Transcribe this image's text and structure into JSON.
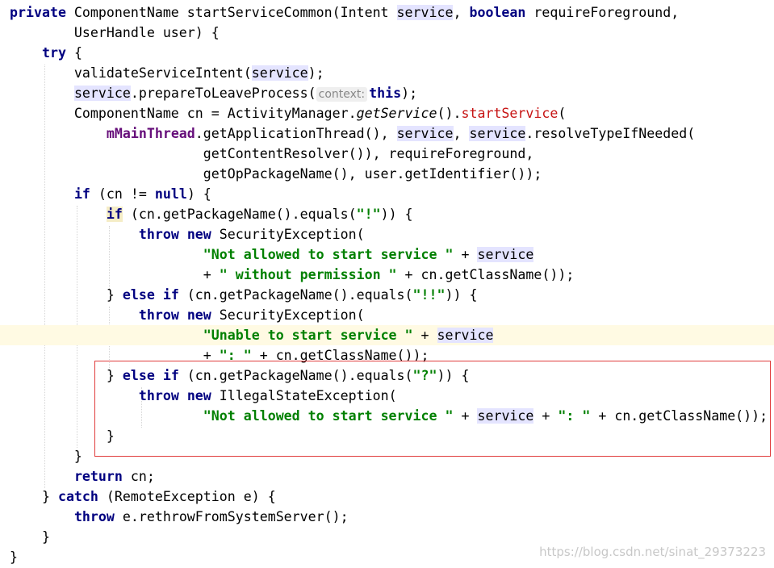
{
  "editor": {
    "lines": [
      [
        {
          "t": "private",
          "c": "kw"
        },
        {
          "t": " ComponentName startServiceCommon(Intent "
        },
        {
          "t": "service",
          "c": "hl"
        },
        {
          "t": ", "
        },
        {
          "t": "boolean",
          "c": "kw"
        },
        {
          "t": " requireForeground,"
        }
      ],
      [
        {
          "t": "        UserHandle user) {"
        }
      ],
      [
        {
          "t": "    "
        },
        {
          "t": "try",
          "c": "kw"
        },
        {
          "t": " {"
        }
      ],
      [
        {
          "t": "        validateServiceIntent("
        },
        {
          "t": "service",
          "c": "hl"
        },
        {
          "t": ");"
        }
      ],
      [
        {
          "t": "        "
        },
        {
          "t": "service",
          "c": "hl"
        },
        {
          "t": ".prepareToLeaveProcess("
        },
        {
          "t": "context:",
          "c": "hint"
        },
        {
          "t": "this",
          "c": "kw"
        },
        {
          "t": ");"
        }
      ],
      [
        {
          "t": "        ComponentName cn = ActivityManager."
        },
        {
          "t": "getService",
          "c": "italic"
        },
        {
          "t": "()."
        },
        {
          "t": "startService",
          "c": "method-red"
        },
        {
          "t": "("
        }
      ],
      [
        {
          "t": "            "
        },
        {
          "t": "mMainThread",
          "c": "field"
        },
        {
          "t": ".getApplicationThread(), "
        },
        {
          "t": "service",
          "c": "hl"
        },
        {
          "t": ", "
        },
        {
          "t": "service",
          "c": "hl"
        },
        {
          "t": ".resolveTypeIfNeeded("
        }
      ],
      [
        {
          "t": "                        getContentResolver()), requireForeground,"
        }
      ],
      [
        {
          "t": "                        getOpPackageName(), user.getIdentifier());"
        }
      ],
      [
        {
          "t": "        "
        },
        {
          "t": "if",
          "c": "kw"
        },
        {
          "t": " (cn != "
        },
        {
          "t": "null",
          "c": "kw"
        },
        {
          "t": ") {"
        }
      ],
      [
        {
          "t": "            "
        },
        {
          "t": "if",
          "c": "kw caret-bg"
        },
        {
          "t": " (cn.getPackageName().equals("
        },
        {
          "t": "\"!\"",
          "c": "str"
        },
        {
          "t": ")) {"
        }
      ],
      [
        {
          "t": "                "
        },
        {
          "t": "throw",
          "c": "kw"
        },
        {
          "t": " "
        },
        {
          "t": "new",
          "c": "kw"
        },
        {
          "t": " SecurityException("
        }
      ],
      [
        {
          "t": "                        "
        },
        {
          "t": "\"Not allowed to start service \"",
          "c": "str"
        },
        {
          "t": " + "
        },
        {
          "t": "service",
          "c": "hl"
        }
      ],
      [
        {
          "t": "                        + "
        },
        {
          "t": "\" without permission \"",
          "c": "str"
        },
        {
          "t": " + cn.getClassName());"
        }
      ],
      [
        {
          "t": "            } "
        },
        {
          "t": "else if",
          "c": "kw"
        },
        {
          "t": " (cn.getPackageName().equals("
        },
        {
          "t": "\"!!\"",
          "c": "str"
        },
        {
          "t": ")) {"
        }
      ],
      [
        {
          "t": "                "
        },
        {
          "t": "throw",
          "c": "kw"
        },
        {
          "t": " "
        },
        {
          "t": "new",
          "c": "kw"
        },
        {
          "t": " SecurityException("
        }
      ],
      [
        {
          "t": "                        "
        },
        {
          "t": "\"Unable to start service \"",
          "c": "str"
        },
        {
          "t": " + "
        },
        {
          "t": "service",
          "c": "hl"
        }
      ],
      [
        {
          "t": "                        + "
        },
        {
          "t": "\": \"",
          "c": "str"
        },
        {
          "t": " + cn.getClassName());"
        }
      ],
      [
        {
          "t": "            } "
        },
        {
          "t": "else if",
          "c": "kw"
        },
        {
          "t": " (cn.getPackageName().equals("
        },
        {
          "t": "\"?\"",
          "c": "str"
        },
        {
          "t": ")) {"
        }
      ],
      [
        {
          "t": "                "
        },
        {
          "t": "throw",
          "c": "kw"
        },
        {
          "t": " "
        },
        {
          "t": "new",
          "c": "kw"
        },
        {
          "t": " IllegalStateException("
        }
      ],
      [
        {
          "t": "                        "
        },
        {
          "t": "\"Not allowed to start service \"",
          "c": "str"
        },
        {
          "t": " + "
        },
        {
          "t": "service",
          "c": "hl"
        },
        {
          "t": " + "
        },
        {
          "t": "\": \"",
          "c": "str"
        },
        {
          "t": " + cn.getClassName());"
        }
      ],
      [
        {
          "t": "            }"
        }
      ],
      [
        {
          "t": "        }"
        }
      ],
      [
        {
          "t": "        "
        },
        {
          "t": "return",
          "c": "kw"
        },
        {
          "t": " cn;"
        }
      ],
      [
        {
          "t": "    } "
        },
        {
          "t": "catch",
          "c": "kw"
        },
        {
          "t": " (RemoteException e) {"
        }
      ],
      [
        {
          "t": "        "
        },
        {
          "t": "throw",
          "c": "kw"
        },
        {
          "t": " e.rethrowFromSystemServer();"
        }
      ],
      [
        {
          "t": "    }"
        }
      ],
      [
        {
          "t": "}"
        }
      ]
    ],
    "current_line": 16
  },
  "watermark": "https://blog.csdn.net/sinat_29373223"
}
